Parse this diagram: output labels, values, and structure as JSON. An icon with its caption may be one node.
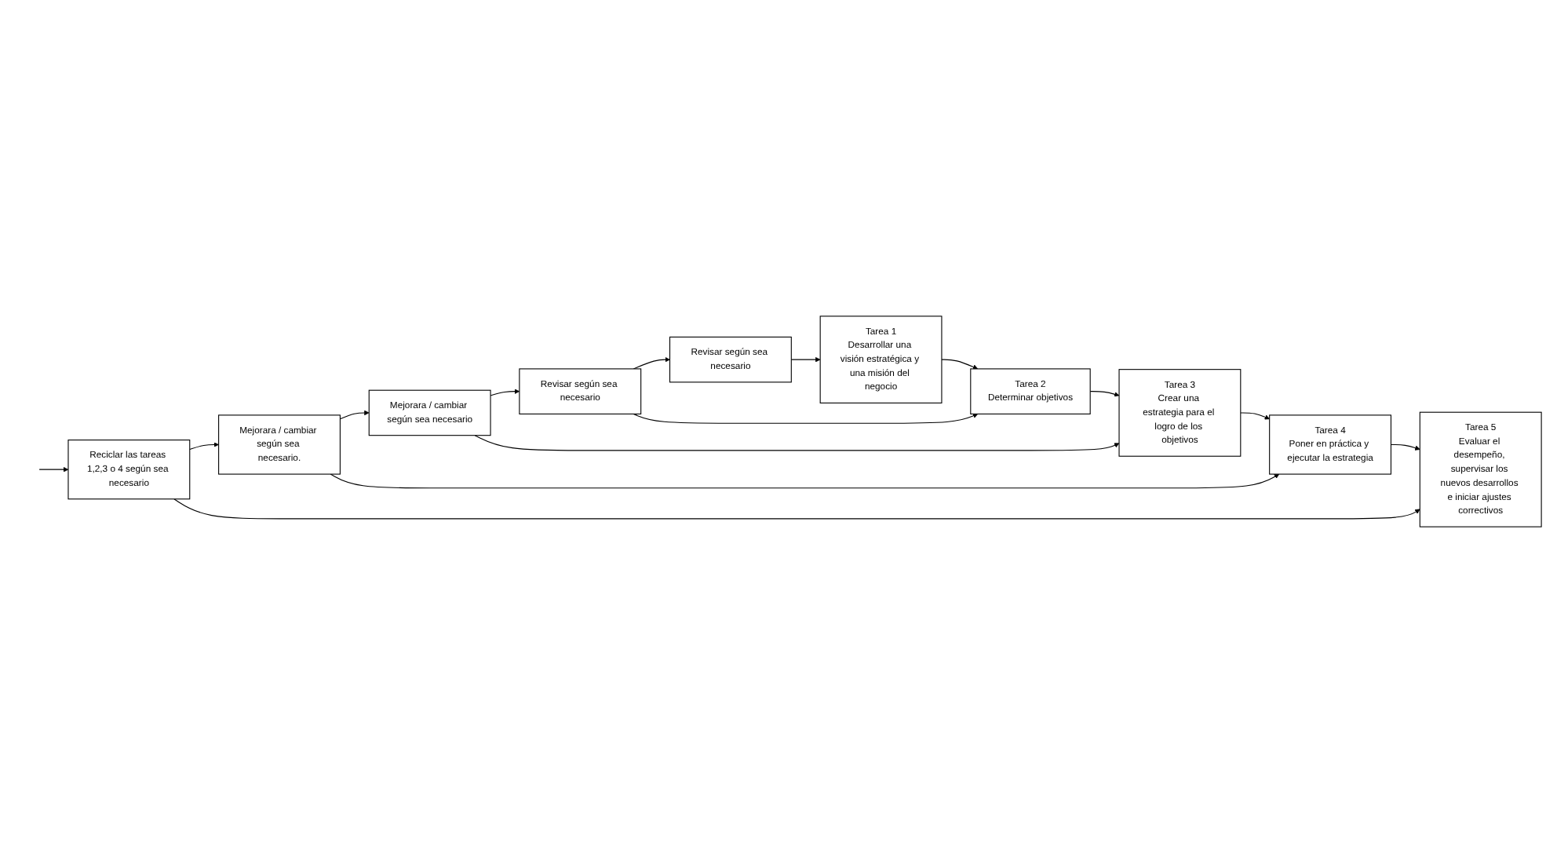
{
  "diagram": {
    "nodes": [
      {
        "text": [
          "Tarea 1",
          "Desarrollar una visión estratégica y una misión del negocio"
        ]
      },
      {
        "text": [
          "Tarea 2",
          "Determinar objetivos"
        ]
      },
      {
        "text": [
          "Tarea 3",
          "Crear una estrategia para el logro de los objetivos"
        ]
      },
      {
        "text": [
          "Tarea 4",
          "Poner en práctica y ejecutar la estrategia"
        ]
      },
      {
        "text": [
          "Tarea 5",
          "Evaluar el desempeño, supervisar los nuevos desarrollos e iniciar ajustes correctivos"
        ]
      },
      {
        "text": [
          "Revisar según sea necesario"
        ]
      },
      {
        "text": [
          "Revisar según sea necesario"
        ]
      },
      {
        "text": [
          "Mejorara / cambiar según sea necesario"
        ]
      },
      {
        "text": [
          "Mejorara / cambiar según sea necesario."
        ]
      },
      {
        "text": [
          "Reciclar las tareas 1,2,3 o 4 según sea necesario"
        ]
      }
    ],
    "edges": [
      {
        "from": 0,
        "to": 1,
        "arrow": "to"
      },
      {
        "from": 1,
        "to": 2,
        "arrow": "to"
      },
      {
        "from": 2,
        "to": 3,
        "arrow": "to"
      },
      {
        "from": 3,
        "to": 4,
        "arrow": "to"
      },
      {
        "from": 5,
        "to": 0,
        "arrow": "to"
      },
      {
        "from": 6,
        "to": 1,
        "arrow": "to"
      },
      {
        "from": 7,
        "to": 2,
        "arrow": "to"
      },
      {
        "from": 8,
        "to": 3,
        "arrow": "to"
      },
      {
        "from": 9,
        "to": 4,
        "arrow": "to"
      },
      {
        "from": null,
        "to": 9,
        "arrow": "to"
      },
      {
        "from": 9,
        "to": 8,
        "arrow": "to"
      },
      {
        "from": 8,
        "to": 7,
        "arrow": "to"
      },
      {
        "from": 7,
        "to": 6,
        "arrow": "to"
      },
      {
        "from": 6,
        "to": 5,
        "arrow": "to"
      }
    ]
  }
}
